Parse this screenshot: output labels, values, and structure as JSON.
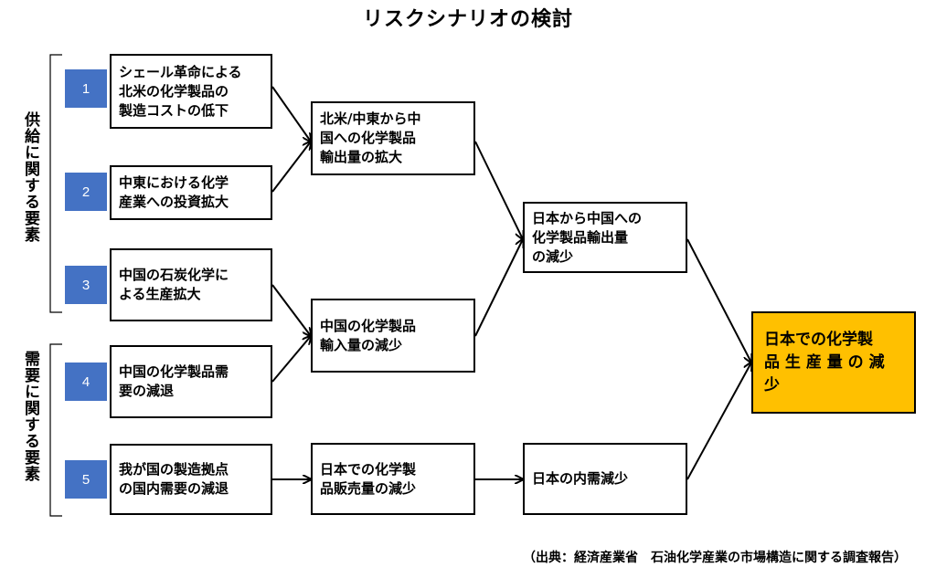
{
  "title": "リスクシナリオの検討",
  "group_labels": {
    "supply": "供給に関する要素",
    "demand": "需要に関する要素"
  },
  "factors": [
    {
      "number": "1",
      "lines": [
        "シェール革命による",
        "北米の化学製品の",
        "製造コストの低下"
      ]
    },
    {
      "number": "2",
      "lines": [
        "中東における化学",
        "産業への投資拡大"
      ]
    },
    {
      "number": "3",
      "lines": [
        "中国の石炭化学に",
        "よる生産拡大"
      ]
    },
    {
      "number": "4",
      "lines": [
        "中国の化学製品需",
        "要の減退"
      ]
    },
    {
      "number": "5",
      "lines": [
        "我が国の製造拠点",
        "の国内需要の減退"
      ]
    }
  ],
  "middle": [
    {
      "lines": [
        "北米/中東から中",
        "国への化学製品",
        "輸出量の拡大"
      ]
    },
    {
      "lines": [
        "中国の化学製品",
        "輸入量の減少"
      ]
    },
    {
      "lines": [
        "日本での化学製",
        "品販売量の減少"
      ]
    }
  ],
  "third": [
    {
      "lines": [
        "日本から中国への",
        "化学製品輸出量",
        "の減少"
      ]
    },
    {
      "lines": [
        "日本の内需減少"
      ]
    }
  ],
  "result": {
    "lines": [
      "日本での化学製",
      "品 生 産 量 の 減",
      "少"
    ]
  },
  "source": "（出典：経済産業省　石油化学産業の市場構造に関する調査報告）",
  "colors": {
    "number_badge": "#4472c4",
    "result_fill": "#ffc000"
  }
}
